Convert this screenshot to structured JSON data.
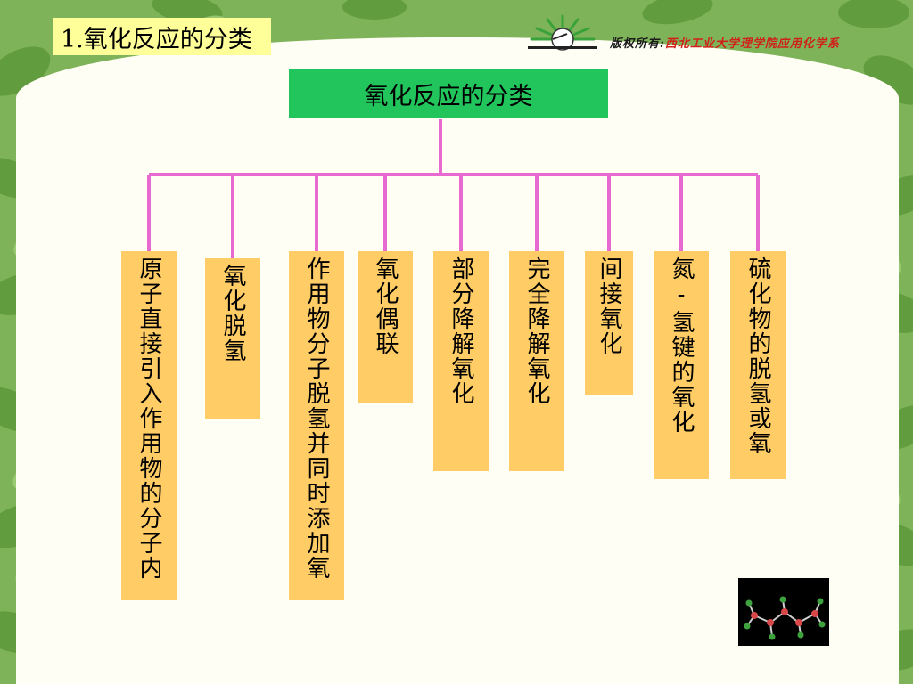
{
  "slide": {
    "heading": "1.氧化反应的分类",
    "copyright_prefix": "版权所有:",
    "copyright_owner": "西北工业大学理学院应用化学系"
  },
  "diagram": {
    "root": "氧化反应的分类",
    "children": [
      "原子直接引入作用物的分子内",
      "氧化脱氢",
      "作用物分子脱氢并同时添加氧",
      "氧化偶联",
      "部分降解氧化",
      "完全降解氧化",
      "间接氧化",
      "氮-氢键的氧化",
      "硫化物的脱氢或氧"
    ]
  },
  "colors": {
    "root_fill": "#22c45c",
    "child_fill": "#ffcc66",
    "connector": "#e86ad0",
    "heading_fill": "#ffff99"
  },
  "icons": {
    "logo": "sunrise-logo-icon",
    "molecule": "molecule-model-icon"
  }
}
